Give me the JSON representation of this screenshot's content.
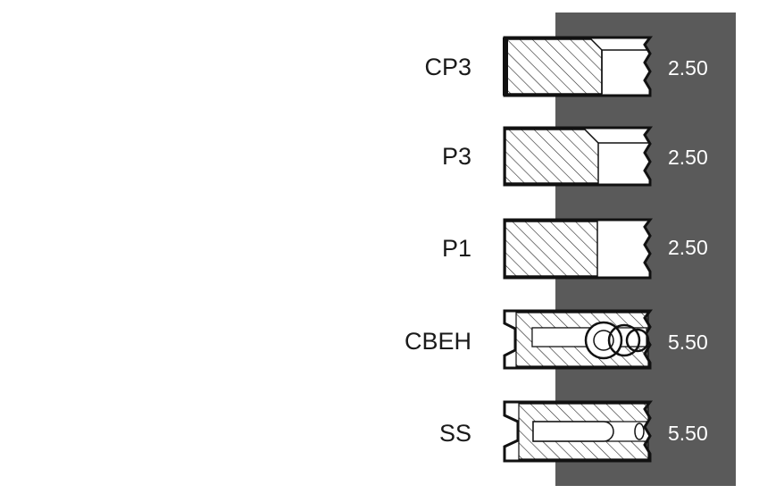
{
  "panel_color": "#5a5a5a",
  "rings": [
    {
      "label": "CP3",
      "value": "2.50",
      "profile": "coated-taper"
    },
    {
      "label": "P3",
      "value": "2.50",
      "profile": "taper-step"
    },
    {
      "label": "P1",
      "value": "2.50",
      "profile": "rectangular"
    },
    {
      "label": "CBEH",
      "value": "5.50",
      "profile": "oil-ring-with-expander"
    },
    {
      "label": "SS",
      "value": "5.50",
      "profile": "slotted-oil-ring"
    }
  ]
}
